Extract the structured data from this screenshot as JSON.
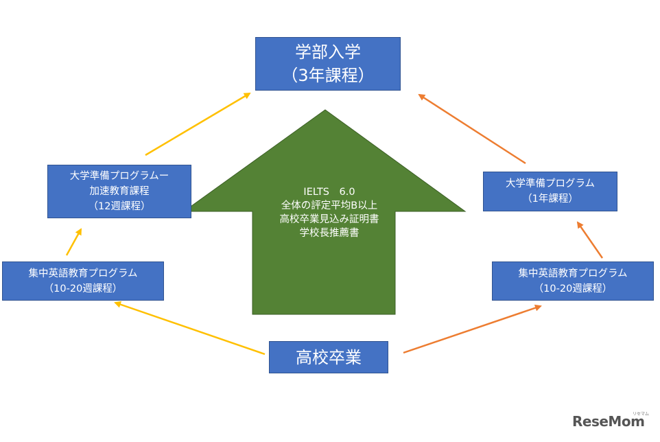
{
  "colors": {
    "box": "#4472c4",
    "center_arrow": "#548235",
    "yellow_arrow": "#ffc000",
    "orange_arrow": "#ed7d31"
  },
  "nodes": {
    "university": {
      "line1": "学部入学",
      "line2": "（3年課程）"
    },
    "accelerated": {
      "line1": "大学準備プログラムー",
      "line2": "加速教育課程",
      "line3": "（12週課程）"
    },
    "foundation": {
      "line1": "大学準備プログラム",
      "line2": "（1年課程）"
    },
    "english_left": {
      "line1": "集中英語教育プログラム",
      "line2": "（10-20週課程）"
    },
    "english_right": {
      "line1": "集中英語教育プログラム",
      "line2": "（10-20週課程）"
    },
    "high_school": {
      "line1": "高校卒業"
    }
  },
  "requirements": [
    "IELTS　6.0",
    "全体の評定平均B以上",
    "高校卒業見込み証明書",
    "学校長推薦書"
  ],
  "logo": {
    "text": "ReseMom",
    "small": "リセマム"
  }
}
